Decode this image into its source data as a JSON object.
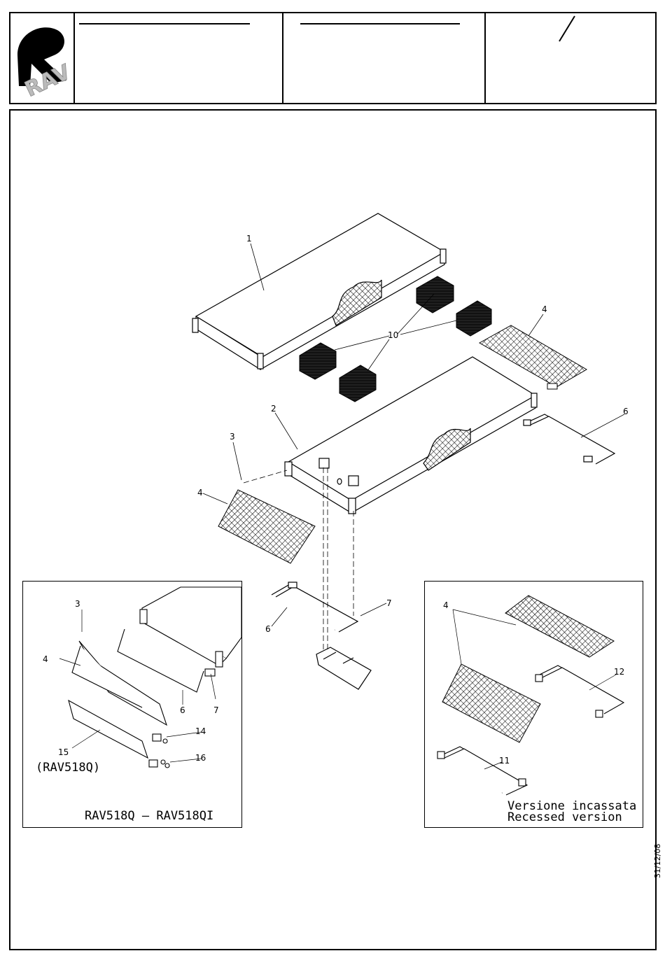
{
  "header": {
    "logo_text": "RAV",
    "cells": [
      "",
      "",
      "/"
    ]
  },
  "callouts": [
    "1",
    "2",
    "3",
    "4",
    "6",
    "10",
    "3",
    "4",
    "6",
    "7",
    "14",
    "15",
    "16",
    "4",
    "12",
    "11",
    "4",
    "6",
    "7"
  ],
  "inset_left": {
    "variant_label": "(RAV518Q)",
    "caption": "RAV518Q  —  RAV518QI"
  },
  "inset_right": {
    "caption_line1": "Versione  incassata",
    "caption_line2": "Recessed  version"
  },
  "side_date": "31/12/08"
}
